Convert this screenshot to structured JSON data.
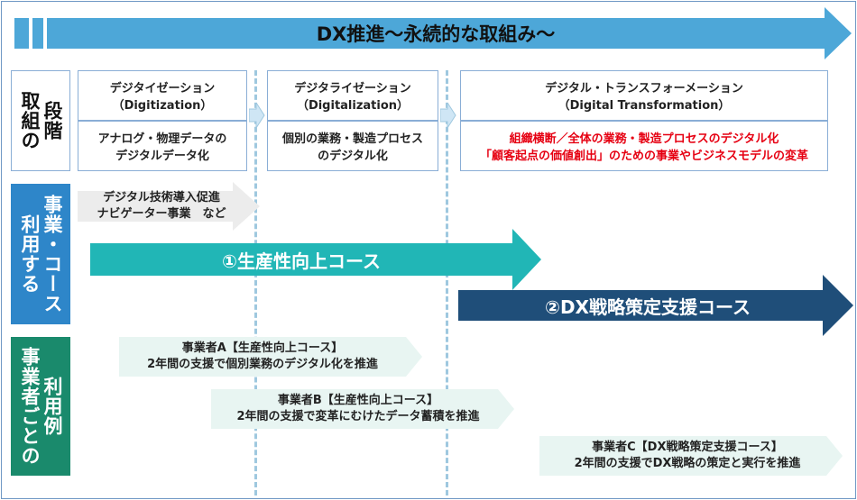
{
  "banner": {
    "title": "DX推進～永続的な取組み～"
  },
  "row_labels": {
    "stage": [
      "段階",
      "取組の"
    ],
    "courses": [
      "事業・コース",
      "利用する"
    ],
    "examples": [
      "利用例",
      "事業者ごとの"
    ]
  },
  "stages": [
    {
      "title": "デジタイゼーション",
      "subtitle": "（Digitization）",
      "desc": [
        "アナログ・物理データの",
        "デジタルデータ化"
      ]
    },
    {
      "title": "デジタライゼーション",
      "subtitle": "（Digitalization）",
      "desc": [
        "個別の業務・製造プロセス",
        "のデジタル化"
      ]
    },
    {
      "title": "デジタル・トランスフォーメーション",
      "subtitle": "（Digital Transformation）",
      "desc": [
        "組織横断／全体の業務・製造プロセスのデジタル化",
        "「顧客起点の価値創出」のための事業やビジネスモデルの変革"
      ]
    }
  ],
  "courses": {
    "navigator": [
      "デジタル技術導入促進",
      "ナビゲーター事業　など"
    ],
    "course1": "①生産性向上コース",
    "course2": "②DX戦略策定支援コース"
  },
  "examples": [
    [
      "事業者A【生産性向上コース】",
      "2年間の支援で個別業務のデジタル化を推進"
    ],
    [
      "事業者B【生産性向上コース】",
      "2年間の支援で変革にむけたデータ蓄積を推進"
    ],
    [
      "事業者C【DX戦略策定支援コース】",
      "2年間の支援でDX戦略の策定と実行を推進"
    ]
  ],
  "colors": {
    "banner": "#4da7d8",
    "course1": "#21b6b6",
    "course2": "#1f4e79",
    "label_green": "#1a8a6c",
    "label_blue": "#2e86c9",
    "dx_red": "#e60012"
  }
}
